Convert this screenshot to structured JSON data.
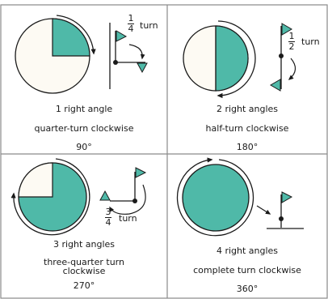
{
  "heading": "",
  "colors": {
    "teal": "#4fb9a8",
    "cream": "#fdfaf3",
    "line": "#1a1a1a",
    "frame": "#8a8a8a"
  },
  "cells": [
    {
      "id": "quarter",
      "fraction_numerator": "1",
      "fraction_denominator": "4",
      "turn_word": "turn",
      "right_angles": "1 right angle",
      "description": "quarter-turn clockwise",
      "degrees": "90°",
      "shaded_fraction": 0.25
    },
    {
      "id": "half",
      "fraction_numerator": "1",
      "fraction_denominator": "2",
      "turn_word": "turn",
      "right_angles": "2 right angles",
      "description": "half-turn clockwise",
      "degrees": "180°",
      "shaded_fraction": 0.5
    },
    {
      "id": "three-quarter",
      "fraction_numerator": "3",
      "fraction_denominator": "4",
      "turn_word": "turn",
      "right_angles": "3 right angles",
      "description_line1": "three-quarter turn",
      "description_line2": "clockwise",
      "degrees": "270°",
      "shaded_fraction": 0.75
    },
    {
      "id": "full",
      "right_angles": "4 right angles",
      "description": "complete turn clockwise",
      "degrees": "360°",
      "shaded_fraction": 1.0
    }
  ]
}
